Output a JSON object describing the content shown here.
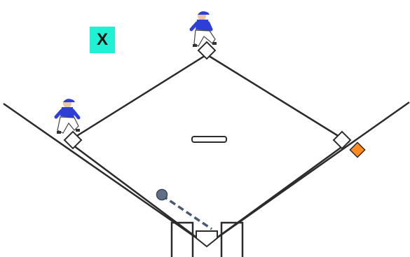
{
  "marker": {
    "label": "X",
    "color": "#1ff2d4"
  },
  "colors": {
    "field_line": "#2b2b2b",
    "infield": "#ffffff",
    "base": "#ffffff",
    "highlight_base": "#ff8a1f",
    "throw_line": "#4a5a70",
    "ball": "#5e6f86",
    "jersey": "#2d3fd6",
    "pants": "#ffffff"
  },
  "icons": {
    "fielder": "baseball-fielder-icon",
    "ball": "baseball-icon",
    "base": "base-icon",
    "pitchers_plate": "pitchers-plate-icon",
    "home_plate": "home-plate-icon",
    "batters_box": "batters-box-icon"
  },
  "fielders": [
    {
      "role": "second-base"
    },
    {
      "role": "third-base"
    }
  ]
}
